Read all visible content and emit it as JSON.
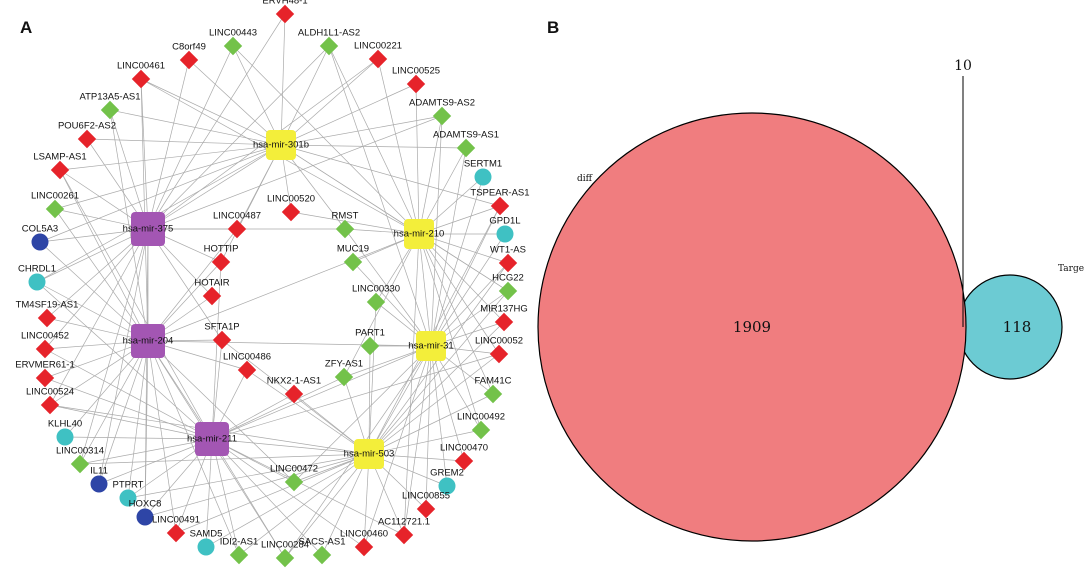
{
  "panels": {
    "a": "A",
    "b": "B"
  },
  "colors": {
    "edge": "#aaaaaa",
    "mirna_purple": "#a356b3",
    "mirna_yellow": "#f3ee3a",
    "lnc_red": "#e6232a",
    "lnc_green": "#73c24a",
    "mrna_teal": "#3fc1c3",
    "mrna_blue": "#2e45a6",
    "venn_diff": "#f07d7f",
    "venn_target": "#6ccbd3"
  },
  "network": {
    "mirnas": [
      {
        "id": "m375",
        "label": "hsa-mir-375",
        "color": "purple"
      },
      {
        "id": "m204",
        "label": "hsa-mir-204",
        "color": "purple"
      },
      {
        "id": "m211",
        "label": "hsa-mir-211",
        "color": "purple"
      },
      {
        "id": "m301b",
        "label": "hsa-mir-301b",
        "color": "yellow"
      },
      {
        "id": "m210",
        "label": "hsa-mir-210",
        "color": "yellow"
      },
      {
        "id": "m31",
        "label": "hsa-mir-31",
        "color": "yellow"
      },
      {
        "id": "m503",
        "label": "hsa-mir-503",
        "color": "yellow"
      }
    ],
    "nodes": [
      {
        "label": "ERVH48-1",
        "shape": "diamond",
        "color": "red"
      },
      {
        "label": "LINC00443",
        "shape": "diamond",
        "color": "green"
      },
      {
        "label": "ALDH1L1-AS2",
        "shape": "diamond",
        "color": "green"
      },
      {
        "label": "C8orf49",
        "shape": "diamond",
        "color": "red"
      },
      {
        "label": "LINC00221",
        "shape": "diamond",
        "color": "red"
      },
      {
        "label": "LINC00461",
        "shape": "diamond",
        "color": "red"
      },
      {
        "label": "LINC00525",
        "shape": "diamond",
        "color": "red"
      },
      {
        "label": "ATP13A5-AS1",
        "shape": "diamond",
        "color": "green"
      },
      {
        "label": "ADAMTS9-AS2",
        "shape": "diamond",
        "color": "green"
      },
      {
        "label": "POU6F2-AS2",
        "shape": "diamond",
        "color": "red"
      },
      {
        "label": "ADAMTS9-AS1",
        "shape": "diamond",
        "color": "green"
      },
      {
        "label": "LSAMP-AS1",
        "shape": "diamond",
        "color": "red"
      },
      {
        "label": "SERTM1",
        "shape": "circle",
        "color": "teal"
      },
      {
        "label": "LINC00261",
        "shape": "diamond",
        "color": "green"
      },
      {
        "label": "TSPEAR-AS1",
        "shape": "diamond",
        "color": "red"
      },
      {
        "label": "LINC00520",
        "shape": "diamond",
        "color": "red"
      },
      {
        "label": "LINC00487",
        "shape": "diamond",
        "color": "red"
      },
      {
        "label": "RMST",
        "shape": "diamond",
        "color": "green"
      },
      {
        "label": "GPD1L",
        "shape": "circle",
        "color": "teal"
      },
      {
        "label": "COL5A3",
        "shape": "circle",
        "color": "blue"
      },
      {
        "label": "HOTTIP",
        "shape": "diamond",
        "color": "red"
      },
      {
        "label": "MUC19",
        "shape": "diamond",
        "color": "green"
      },
      {
        "label": "WT1-AS",
        "shape": "diamond",
        "color": "red"
      },
      {
        "label": "CHRDL1",
        "shape": "circle",
        "color": "teal"
      },
      {
        "label": "HOTAIR",
        "shape": "diamond",
        "color": "red"
      },
      {
        "label": "LINC00330",
        "shape": "diamond",
        "color": "green"
      },
      {
        "label": "HCG22",
        "shape": "diamond",
        "color": "green"
      },
      {
        "label": "TM4SF19-AS1",
        "shape": "diamond",
        "color": "red"
      },
      {
        "label": "MIR137HG",
        "shape": "diamond",
        "color": "red"
      },
      {
        "label": "SFTA1P",
        "shape": "diamond",
        "color": "red"
      },
      {
        "label": "PART1",
        "shape": "diamond",
        "color": "green"
      },
      {
        "label": "LINC00452",
        "shape": "diamond",
        "color": "red"
      },
      {
        "label": "LINC00052",
        "shape": "diamond",
        "color": "red"
      },
      {
        "label": "ERVMER61-1",
        "shape": "diamond",
        "color": "red"
      },
      {
        "label": "LINC00486",
        "shape": "diamond",
        "color": "red"
      },
      {
        "label": "ZFY-AS1",
        "shape": "diamond",
        "color": "green"
      },
      {
        "label": "NKX2-1-AS1",
        "shape": "diamond",
        "color": "red"
      },
      {
        "label": "FAM41C",
        "shape": "diamond",
        "color": "green"
      },
      {
        "label": "LINC00524",
        "shape": "diamond",
        "color": "red"
      },
      {
        "label": "KLHL40",
        "shape": "circle",
        "color": "teal"
      },
      {
        "label": "LINC00492",
        "shape": "diamond",
        "color": "green"
      },
      {
        "label": "LINC00314",
        "shape": "diamond",
        "color": "green"
      },
      {
        "label": "LINC00470",
        "shape": "diamond",
        "color": "red"
      },
      {
        "label": "IL11",
        "shape": "circle",
        "color": "blue"
      },
      {
        "label": "LINC00472",
        "shape": "diamond",
        "color": "green"
      },
      {
        "label": "GREM2",
        "shape": "circle",
        "color": "teal"
      },
      {
        "label": "PTPRT",
        "shape": "circle",
        "color": "teal"
      },
      {
        "label": "HOXC8",
        "shape": "circle",
        "color": "blue"
      },
      {
        "label": "LINC00855",
        "shape": "diamond",
        "color": "red"
      },
      {
        "label": "LINC00491",
        "shape": "diamond",
        "color": "red"
      },
      {
        "label": "AC112721.1",
        "shape": "diamond",
        "color": "red"
      },
      {
        "label": "SAMD5",
        "shape": "circle",
        "color": "teal"
      },
      {
        "label": "IDI2-AS1",
        "shape": "diamond",
        "color": "green"
      },
      {
        "label": "LINC00284",
        "shape": "diamond",
        "color": "green"
      },
      {
        "label": "SACS-AS1",
        "shape": "diamond",
        "color": "green"
      },
      {
        "label": "LINC00460",
        "shape": "diamond",
        "color": "red"
      }
    ]
  },
  "venn": {
    "diff": {
      "label": "diff",
      "count": "1909"
    },
    "target": {
      "label": "Target",
      "count": "118"
    },
    "overlap": {
      "count": "10"
    }
  }
}
